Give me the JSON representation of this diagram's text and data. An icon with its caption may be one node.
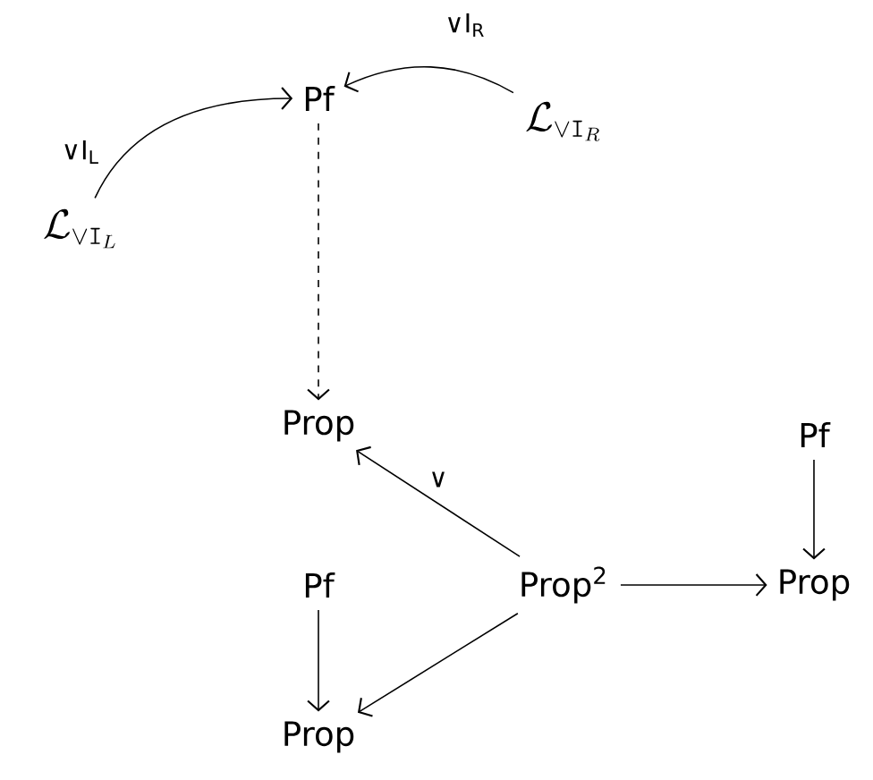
{
  "diagram": {
    "nodes": [
      {
        "text": [
          "Pf"
        ]
      },
      {
        "text": [
          "\\mathcal{L}_{\\vee\\mathtt{I}_R}"
        ]
      },
      {
        "text": [
          "\\mathcal{L}_{\\vee\\mathtt{I}_L}"
        ]
      },
      {
        "text": [
          "Prop"
        ]
      },
      {
        "text": [
          "Pf"
        ]
      },
      {
        "text": [
          "Pf"
        ]
      },
      {
        "text": [
          "Prop$^{2}$"
        ]
      },
      {
        "text": [
          "Prop"
        ]
      },
      {
        "text": [
          "Prop"
        ]
      }
    ],
    "edges": [
      {
        "from": 1,
        "to": 0,
        "arrow": "to",
        "label": "∨I$_{R}$"
      },
      {
        "from": 2,
        "to": 0,
        "arrow": "to",
        "label": "∨I$_{L}$"
      },
      {
        "from": 0,
        "to": 3,
        "arrow": "to",
        "style": "dashed"
      },
      {
        "from": 6,
        "to": 3,
        "arrow": "to",
        "label": "∨"
      },
      {
        "from": 4,
        "to": 7,
        "arrow": "to"
      },
      {
        "from": 6,
        "to": 7,
        "arrow": "to"
      },
      {
        "from": 5,
        "to": 8,
        "arrow": "to"
      },
      {
        "from": 6,
        "to": 8,
        "arrow": "to"
      }
    ]
  }
}
